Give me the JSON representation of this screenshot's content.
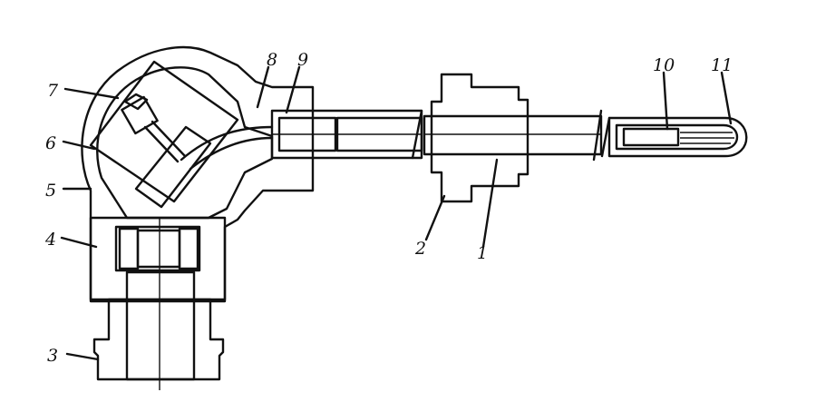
{
  "diagram": {
    "callouts": [
      {
        "id": "label-1",
        "text": "1"
      },
      {
        "id": "label-2",
        "text": "2"
      },
      {
        "id": "label-3",
        "text": "3"
      },
      {
        "id": "label-4",
        "text": "4"
      },
      {
        "id": "label-5",
        "text": "5"
      },
      {
        "id": "label-6",
        "text": "6"
      },
      {
        "id": "label-7",
        "text": "7"
      },
      {
        "id": "label-8",
        "text": "8"
      },
      {
        "id": "label-9",
        "text": "9"
      },
      {
        "id": "label-10",
        "text": "10"
      },
      {
        "id": "label-11",
        "text": "11"
      }
    ],
    "colors": {
      "ink": "#111111",
      "paper": "#ffffff"
    }
  }
}
